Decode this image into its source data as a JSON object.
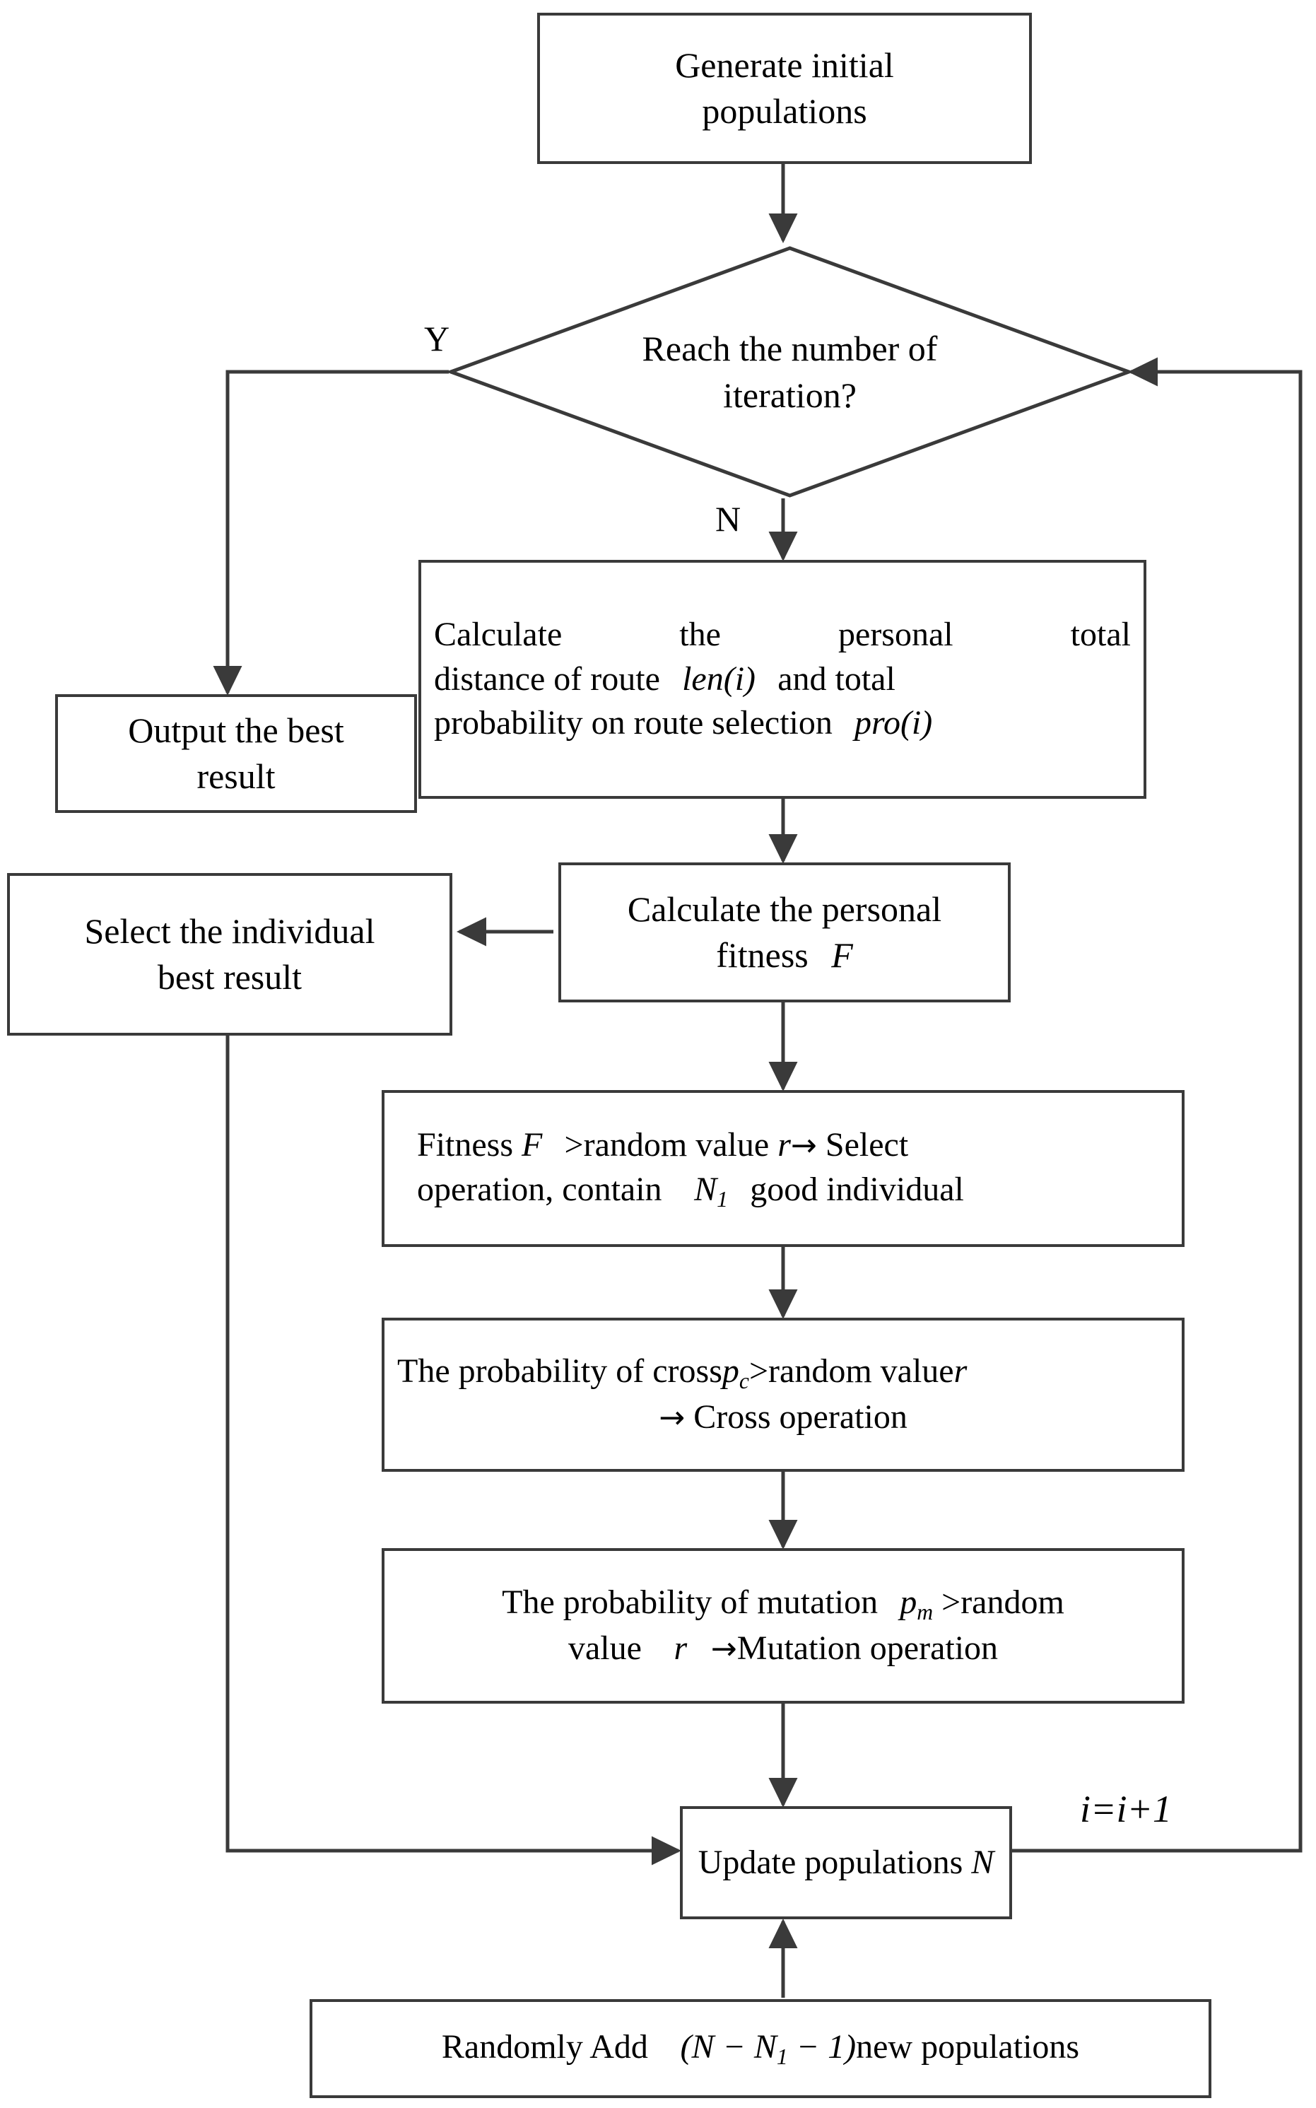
{
  "diagram": {
    "title": "Genetic algorithm flowchart",
    "type": "flowchart",
    "stroke_color": "#3a3a3a",
    "text_color": "#000000",
    "background_color": "#ffffff"
  },
  "nodes": {
    "generate": {
      "shape": "process",
      "line1": "Generate initial",
      "line2": "populations"
    },
    "decision": {
      "shape": "decision",
      "line1": "Reach the number of",
      "line2": "iteration?"
    },
    "output_best": {
      "shape": "process",
      "line1": "Output the best",
      "line2": "result"
    },
    "calc_distance": {
      "shape": "process",
      "line1": "Calculate the personal total",
      "line2_a": "distance of route",
      "line2_math": "len(i)",
      "line2_b": "and total",
      "line3_a": "probability on route selection",
      "line3_math": "pro(i)"
    },
    "calc_fitness": {
      "shape": "process",
      "line1": "Calculate the personal",
      "line2_a": "fitness",
      "line2_math": "F"
    },
    "select_individual": {
      "shape": "process",
      "line1": "Select the individual",
      "line2": "best result"
    },
    "select_operation": {
      "shape": "process",
      "line1_a": "Fitness",
      "line1_math1": "F",
      "line1_b": ">random value",
      "line1_math2": "r",
      "line1_arrow": "→",
      "line1_c": "Select",
      "line2_a": "operation, contain",
      "line2_math": "N",
      "line2_sub": "1",
      "line2_b": "good individual"
    },
    "cross_operation": {
      "shape": "process",
      "line1_a": "The probability of cross",
      "line1_math1": "p",
      "line1_sub1": "c",
      "line1_b": ">random value",
      "line1_math2": "r",
      "line2_arrow": "→",
      "line2_a": "Cross operation"
    },
    "mutation_operation": {
      "shape": "process",
      "line1_a": "The probability of mutation",
      "line1_math": "p",
      "line1_sub": "m",
      "line1_b": ">random",
      "line2_a": "value",
      "line2_math": "r",
      "line2_arrow": "→",
      "line2_b": "Mutation operation"
    },
    "update_populations": {
      "shape": "process",
      "line1_a": "Update populations",
      "line1_math": "N"
    },
    "randomly_add": {
      "shape": "process",
      "line1_a": "Randomly Add",
      "line1_math_open": "(N",
      "line1_minus1": "−",
      "line1_math_n1": "N",
      "line1_sub": "1",
      "line1_minus2": "−",
      "line1_one": "1)",
      "line1_b": "new populations"
    }
  },
  "edge_labels": {
    "yes": "Y",
    "no": "N",
    "increment": "i=i+1"
  },
  "edges": [
    {
      "from": "generate",
      "to": "decision",
      "label": ""
    },
    {
      "from": "decision",
      "to": "output_best",
      "label": "Y"
    },
    {
      "from": "decision",
      "to": "calc_distance",
      "label": "N"
    },
    {
      "from": "calc_distance",
      "to": "calc_fitness",
      "label": ""
    },
    {
      "from": "calc_fitness",
      "to": "select_individual",
      "label": ""
    },
    {
      "from": "calc_fitness",
      "to": "select_operation",
      "label": ""
    },
    {
      "from": "select_operation",
      "to": "cross_operation",
      "label": ""
    },
    {
      "from": "cross_operation",
      "to": "mutation_operation",
      "label": ""
    },
    {
      "from": "mutation_operation",
      "to": "update_populations",
      "label": ""
    },
    {
      "from": "select_individual",
      "to": "update_populations",
      "label": ""
    },
    {
      "from": "randomly_add",
      "to": "update_populations",
      "label": ""
    },
    {
      "from": "update_populations",
      "to": "decision",
      "label": "i=i+1"
    }
  ]
}
